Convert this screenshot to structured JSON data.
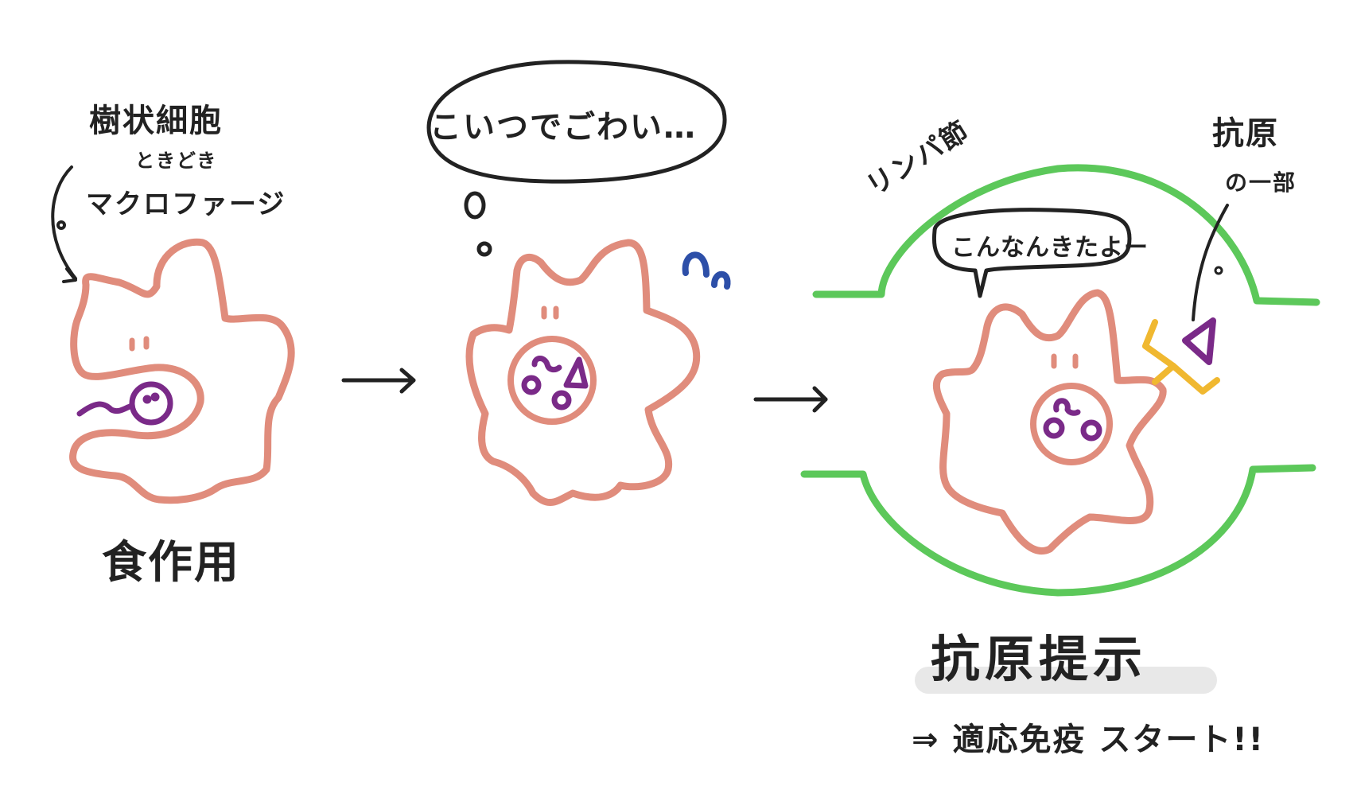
{
  "title": "食作用 → 抗原提示 illustration",
  "colors": {
    "ink": "#222222",
    "cell_outline": "#e08c7c",
    "pathogen": "#7a2a88",
    "lymph_node": "#5cc85a",
    "receptor": "#f0b830",
    "sweat": "#2d4fa8",
    "highlight": "#e8e8e8"
  },
  "panel1": {
    "label_cell": "樹状細胞",
    "label_sometimes": "ときどき",
    "label_macrophage": "マクロファージ",
    "caption": "食作用",
    "icons": [
      "curved-arrow-icon",
      "dendritic-cell",
      "bacterium-icon"
    ]
  },
  "arrows": [
    "→",
    "→"
  ],
  "panel2": {
    "thought_bubble": "こいつでごわい…",
    "icons": [
      "thought-bubble",
      "cell-with-vesicle",
      "sweat-drops-icon"
    ]
  },
  "panel3": {
    "lymph_node_label": "リンパ節",
    "speech_bubble": "こんなんきたよー",
    "antigen_label": "抗原",
    "antigen_part_label": "の一部",
    "caption": "抗原提示",
    "subcaption": "⇒ 適応免疫 スタート!!",
    "icons": [
      "lymph-node-outline",
      "cell-presenting",
      "receptor-icon",
      "antigen-triangle-icon"
    ]
  }
}
